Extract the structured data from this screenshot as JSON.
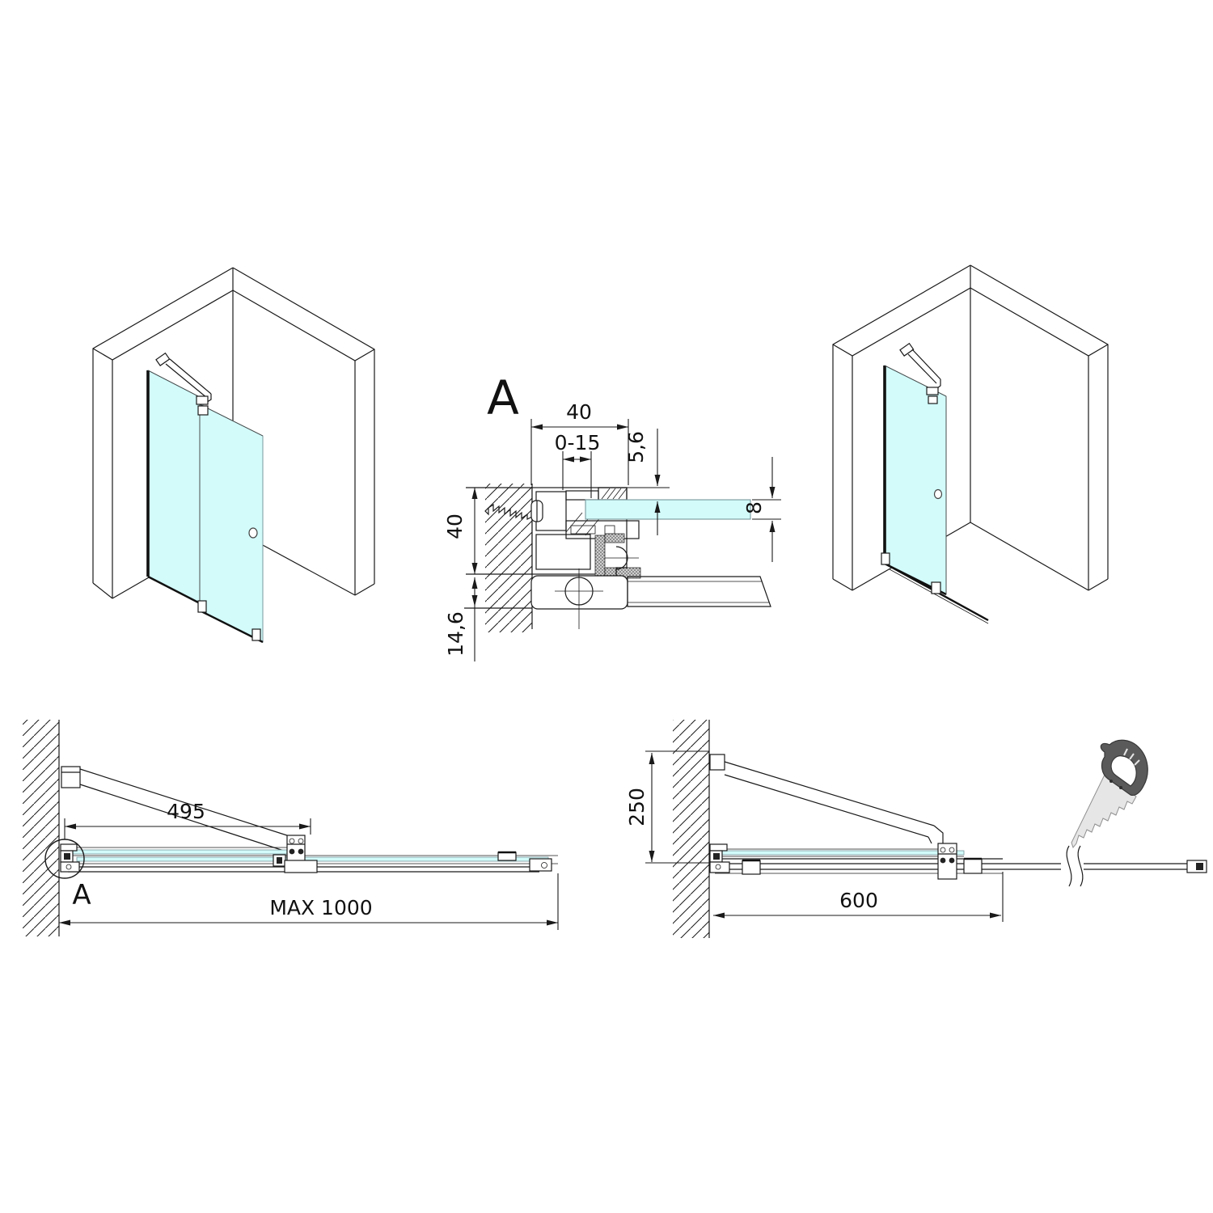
{
  "drawing_type": "shower-walk-in-panel-installation-diagram",
  "colors": {
    "background": "#ffffff",
    "line": "#1a1a1a",
    "glass": "#d2fbfa",
    "glass_edge": "#78979c",
    "saw_handle": "#5a5a5a",
    "saw_blade": "#e6e6e6",
    "saw_blade_edge": "#8f8f8f"
  },
  "detail_section": {
    "label": "A",
    "dim_top_width": "40",
    "dim_adjust_range": "0-15",
    "dim_top_offset": "5,6",
    "dim_profile_height": "40",
    "dim_glass_thickness": "8",
    "dim_rail_height": "14,6"
  },
  "plan_left": {
    "detail_ref_label": "A",
    "dim_support_bar": "495",
    "dim_max_width": "MAX 1000"
  },
  "plan_right": {
    "dim_wall_offset": "250",
    "dim_rail_length": "600"
  }
}
